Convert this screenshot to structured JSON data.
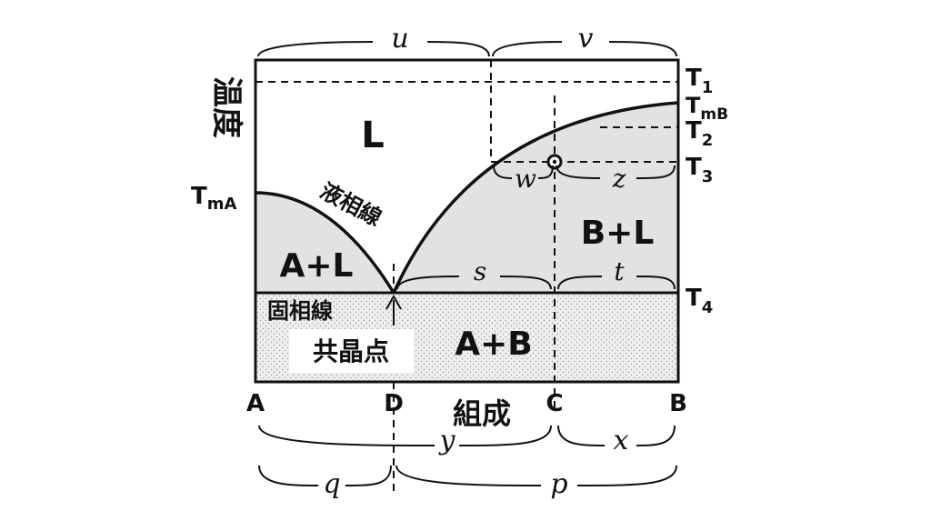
{
  "diagram": {
    "y_axis_label": "温度",
    "x_axis_label": "組成",
    "composition_labels": {
      "A": "A",
      "D": "D",
      "C": "C",
      "B": "B"
    },
    "temperature_labels": {
      "T1": {
        "base": "T",
        "sub": "1"
      },
      "TmB": {
        "base": "T",
        "sub": "mB"
      },
      "T2": {
        "base": "T",
        "sub": "2"
      },
      "T3": {
        "base": "T",
        "sub": "3"
      },
      "T4": {
        "base": "T",
        "sub": "4"
      },
      "TmA": {
        "base": "T",
        "sub": "mA"
      }
    },
    "region_labels": {
      "liquid": "L",
      "a_plus_l": "A+L",
      "b_plus_l": "B+L",
      "a_plus_b": "A+B"
    },
    "line_labels": {
      "liquidus": "液相線",
      "solidus": "固相線",
      "eutectic_point": "共晶点"
    },
    "segment_labels": {
      "u": "u",
      "v": "v",
      "w": "w",
      "z": "z",
      "s": "s",
      "t": "t",
      "y": "y",
      "x": "x",
      "q": "q",
      "p": "p"
    },
    "colors": {
      "two_phase_fill": "#e2e2e2",
      "solid_fill": "#eeeeee",
      "line": "#111111",
      "dots": "#9a9a9a"
    }
  }
}
